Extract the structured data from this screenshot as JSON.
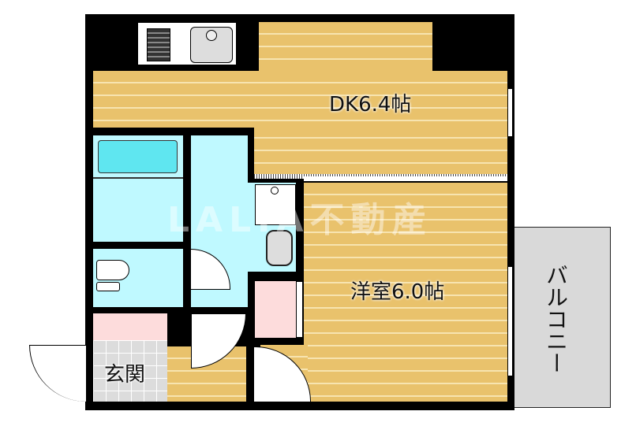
{
  "rooms": {
    "dk": "DK6.4帖",
    "western": "洋室6.0帖",
    "entrance": "玄関",
    "balcony": "バルコニー"
  },
  "watermark": "LALIA不動産",
  "colors": {
    "wood": "#e9c26c",
    "water_area": "#bff9ff",
    "closet": "#fddcdc",
    "balcony": "#d9d9d9",
    "wall": "#000000"
  }
}
